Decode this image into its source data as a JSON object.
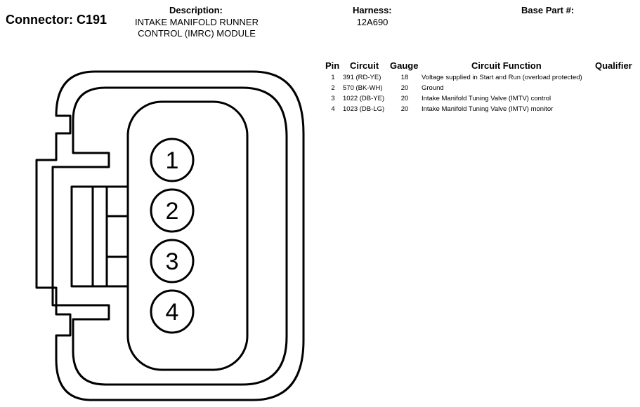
{
  "connector": {
    "label": "Connector: C191"
  },
  "description": {
    "label": "Description:",
    "lines": [
      "INTAKE MANIFOLD RUNNER",
      "CONTROL (IMRC) MODULE"
    ]
  },
  "harness": {
    "label": "Harness:",
    "value": "12A690"
  },
  "base_part": {
    "label": "Base Part #:",
    "value": ""
  },
  "table": {
    "headers": {
      "pin": "Pin",
      "circuit": "Circuit",
      "gauge": "Gauge",
      "function": "Circuit Function",
      "qualifier": "Qualifier"
    },
    "rows": [
      {
        "pin": "1",
        "circuit": "391 (RD-YE)",
        "gauge": "18",
        "function": "Voltage supplied in Start and Run (overload protected)",
        "qualifier": ""
      },
      {
        "pin": "2",
        "circuit": "570 (BK-WH)",
        "gauge": "20",
        "function": "Ground",
        "qualifier": ""
      },
      {
        "pin": "3",
        "circuit": "1022 (DB-YE)",
        "gauge": "20",
        "function": "Intake Manifold Tuning Valve (IMTV) control",
        "qualifier": ""
      },
      {
        "pin": "4",
        "circuit": "1023 (DB-LG)",
        "gauge": "20",
        "function": "Intake Manifold Tuning Valve (IMTV) monitor",
        "qualifier": ""
      }
    ]
  },
  "diagram": {
    "pins": [
      "1",
      "2",
      "3",
      "4"
    ]
  }
}
